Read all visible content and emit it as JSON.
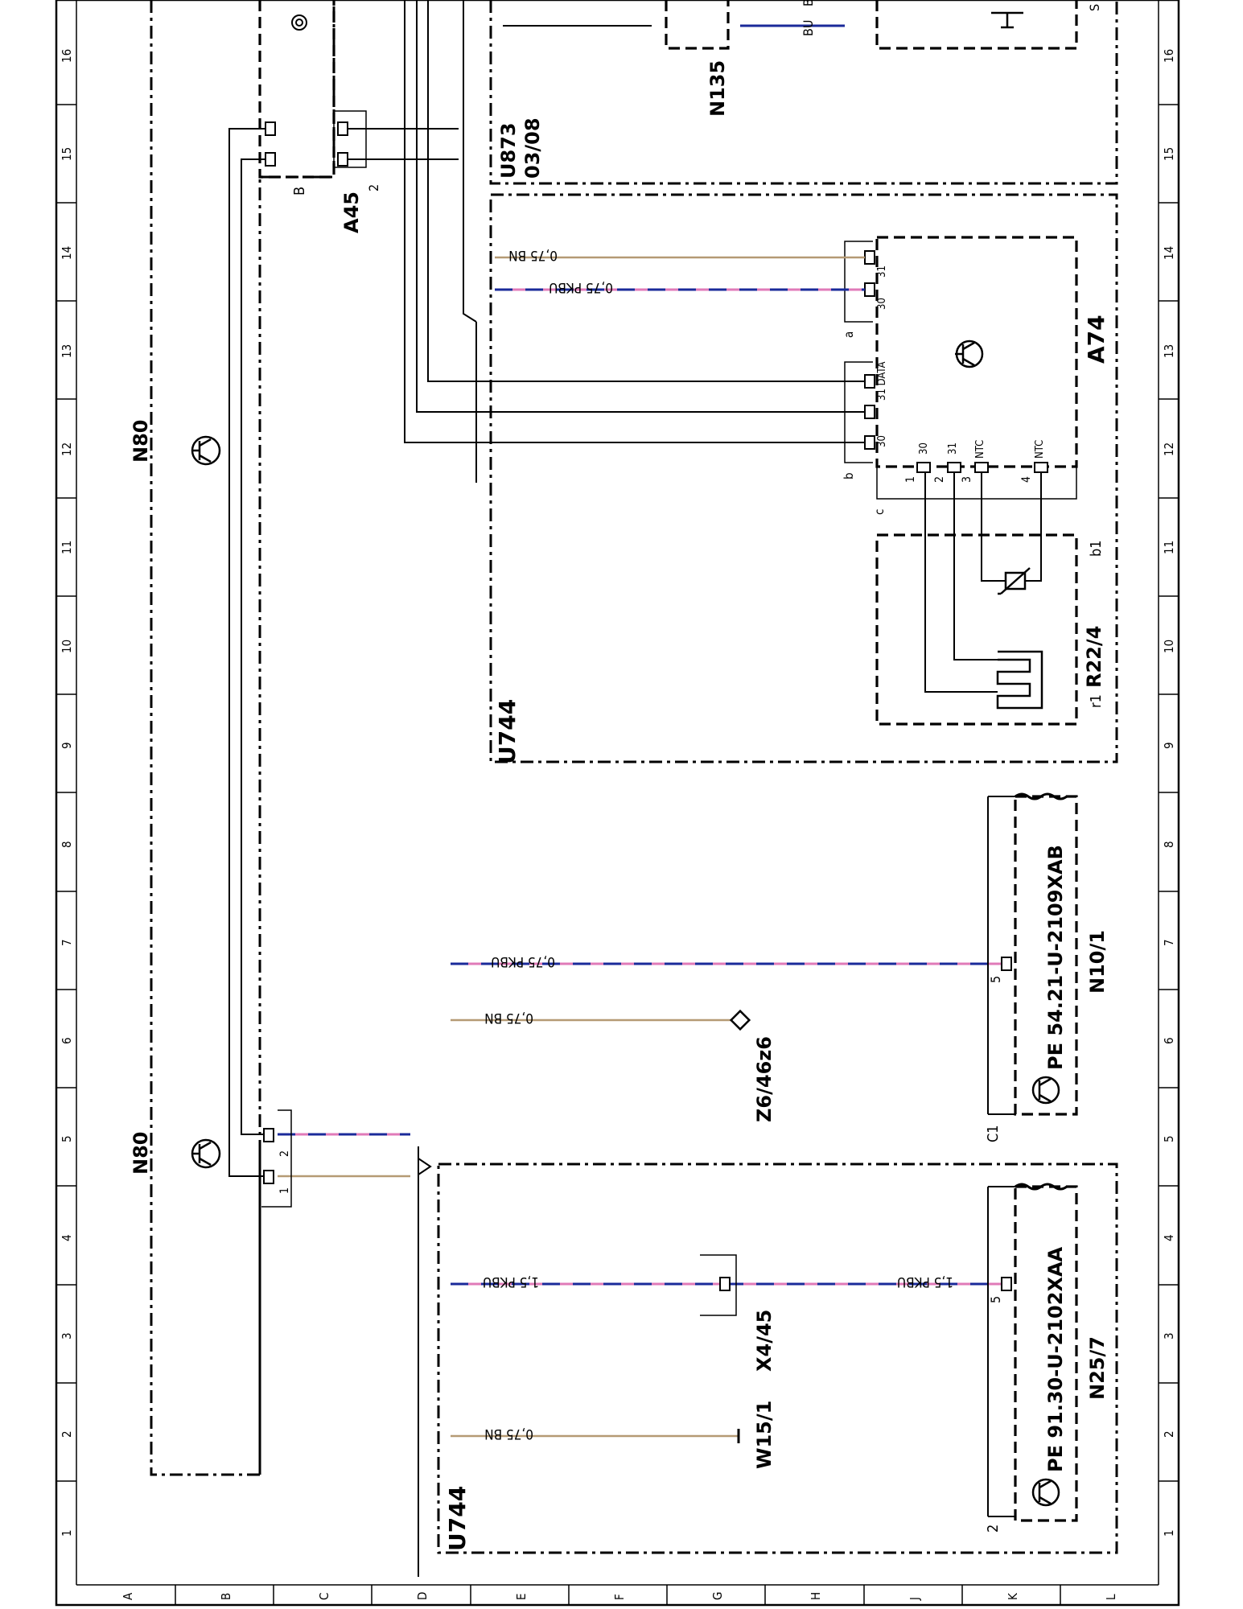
{
  "grid": {
    "columns": [
      "1",
      "2",
      "3",
      "4",
      "5",
      "6",
      "7",
      "8",
      "9",
      "10",
      "11",
      "12",
      "13",
      "14",
      "15",
      "16"
    ],
    "rows": [
      "A",
      "B",
      "C",
      "D",
      "E",
      "F",
      "G",
      "H",
      "J",
      "K",
      "L"
    ]
  },
  "components": {
    "n80_left": "N80",
    "n80_right": "N80",
    "u744_left": "U744",
    "u744_right": "U744",
    "a45": "A45",
    "u873": "U873",
    "u873_date": "03/08",
    "n135": "N135",
    "a74": "A74",
    "r22_4": "R22/4",
    "x4_45": "X4/45",
    "w15_1": "W15/1",
    "z6_46z6": "Z6/46z6",
    "n25_7": "N25/7",
    "n25_7_pe": "PE  91.30-U-2102XAA",
    "n10_1": "N10/1",
    "n10_1_pe": "PE  54.21-U-2109XAB"
  },
  "wires": {
    "w_075_bn": "0,75 BN",
    "w_075_pkbu": "0,75 PKBU",
    "w_15_pkbu": "1,5 PKBU",
    "w_bu": "BU",
    "w_bu_partial": "BU"
  },
  "connector_labels": {
    "a45_b": "B",
    "a45_2": "2",
    "a74_a": "a",
    "a74_b": "b",
    "a74_c": "c",
    "n10_1_c1": "C1",
    "n25_7_2": "2",
    "r22_r1": "r1",
    "r22_b1": "b1",
    "edge_s": "S"
  },
  "pin_labels": {
    "p1": "1",
    "p2": "2",
    "p3": "3",
    "p4": "4",
    "p5": "5",
    "p30": "30",
    "p31": "31",
    "p31data": "31 DATA",
    "ntc": "NTC"
  },
  "icons": [
    "transistor-icon",
    "spiral-icon",
    "thermistor-icon",
    "heater-icon",
    "grounding-icon",
    "pointing-hand-icon",
    "earth-icon",
    "diamond-connector-icon"
  ]
}
